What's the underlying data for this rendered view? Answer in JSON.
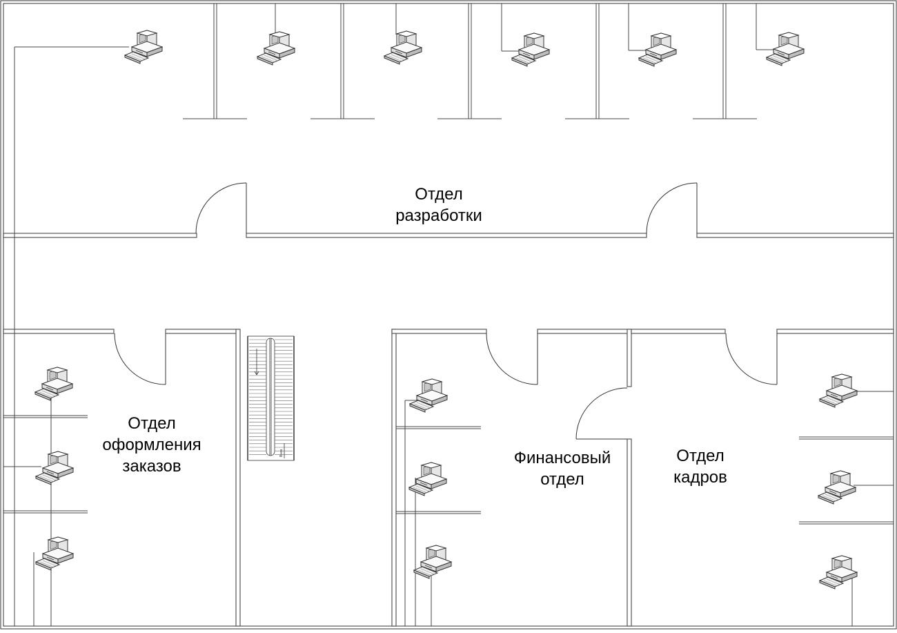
{
  "rooms": {
    "development": {
      "line1": "Отдел",
      "line2": "разработки"
    },
    "orders": {
      "line1": "Отдел",
      "line2": "оформления",
      "line3": "заказов"
    },
    "finance": {
      "line1": "Финансовый",
      "line2": "отдел"
    },
    "hr": {
      "line1": "Отдел",
      "line2": "кадров"
    }
  },
  "stair_label": "Вниз",
  "icons": {
    "workstation": "computer-workstation-icon",
    "door": "door-swing-icon",
    "stairs": "staircase-icon"
  },
  "colors": {
    "wall": "#555555",
    "wall_fill": "#ffffff",
    "line": "#333333",
    "cable": "#444444",
    "device": "#9a9a9a"
  }
}
